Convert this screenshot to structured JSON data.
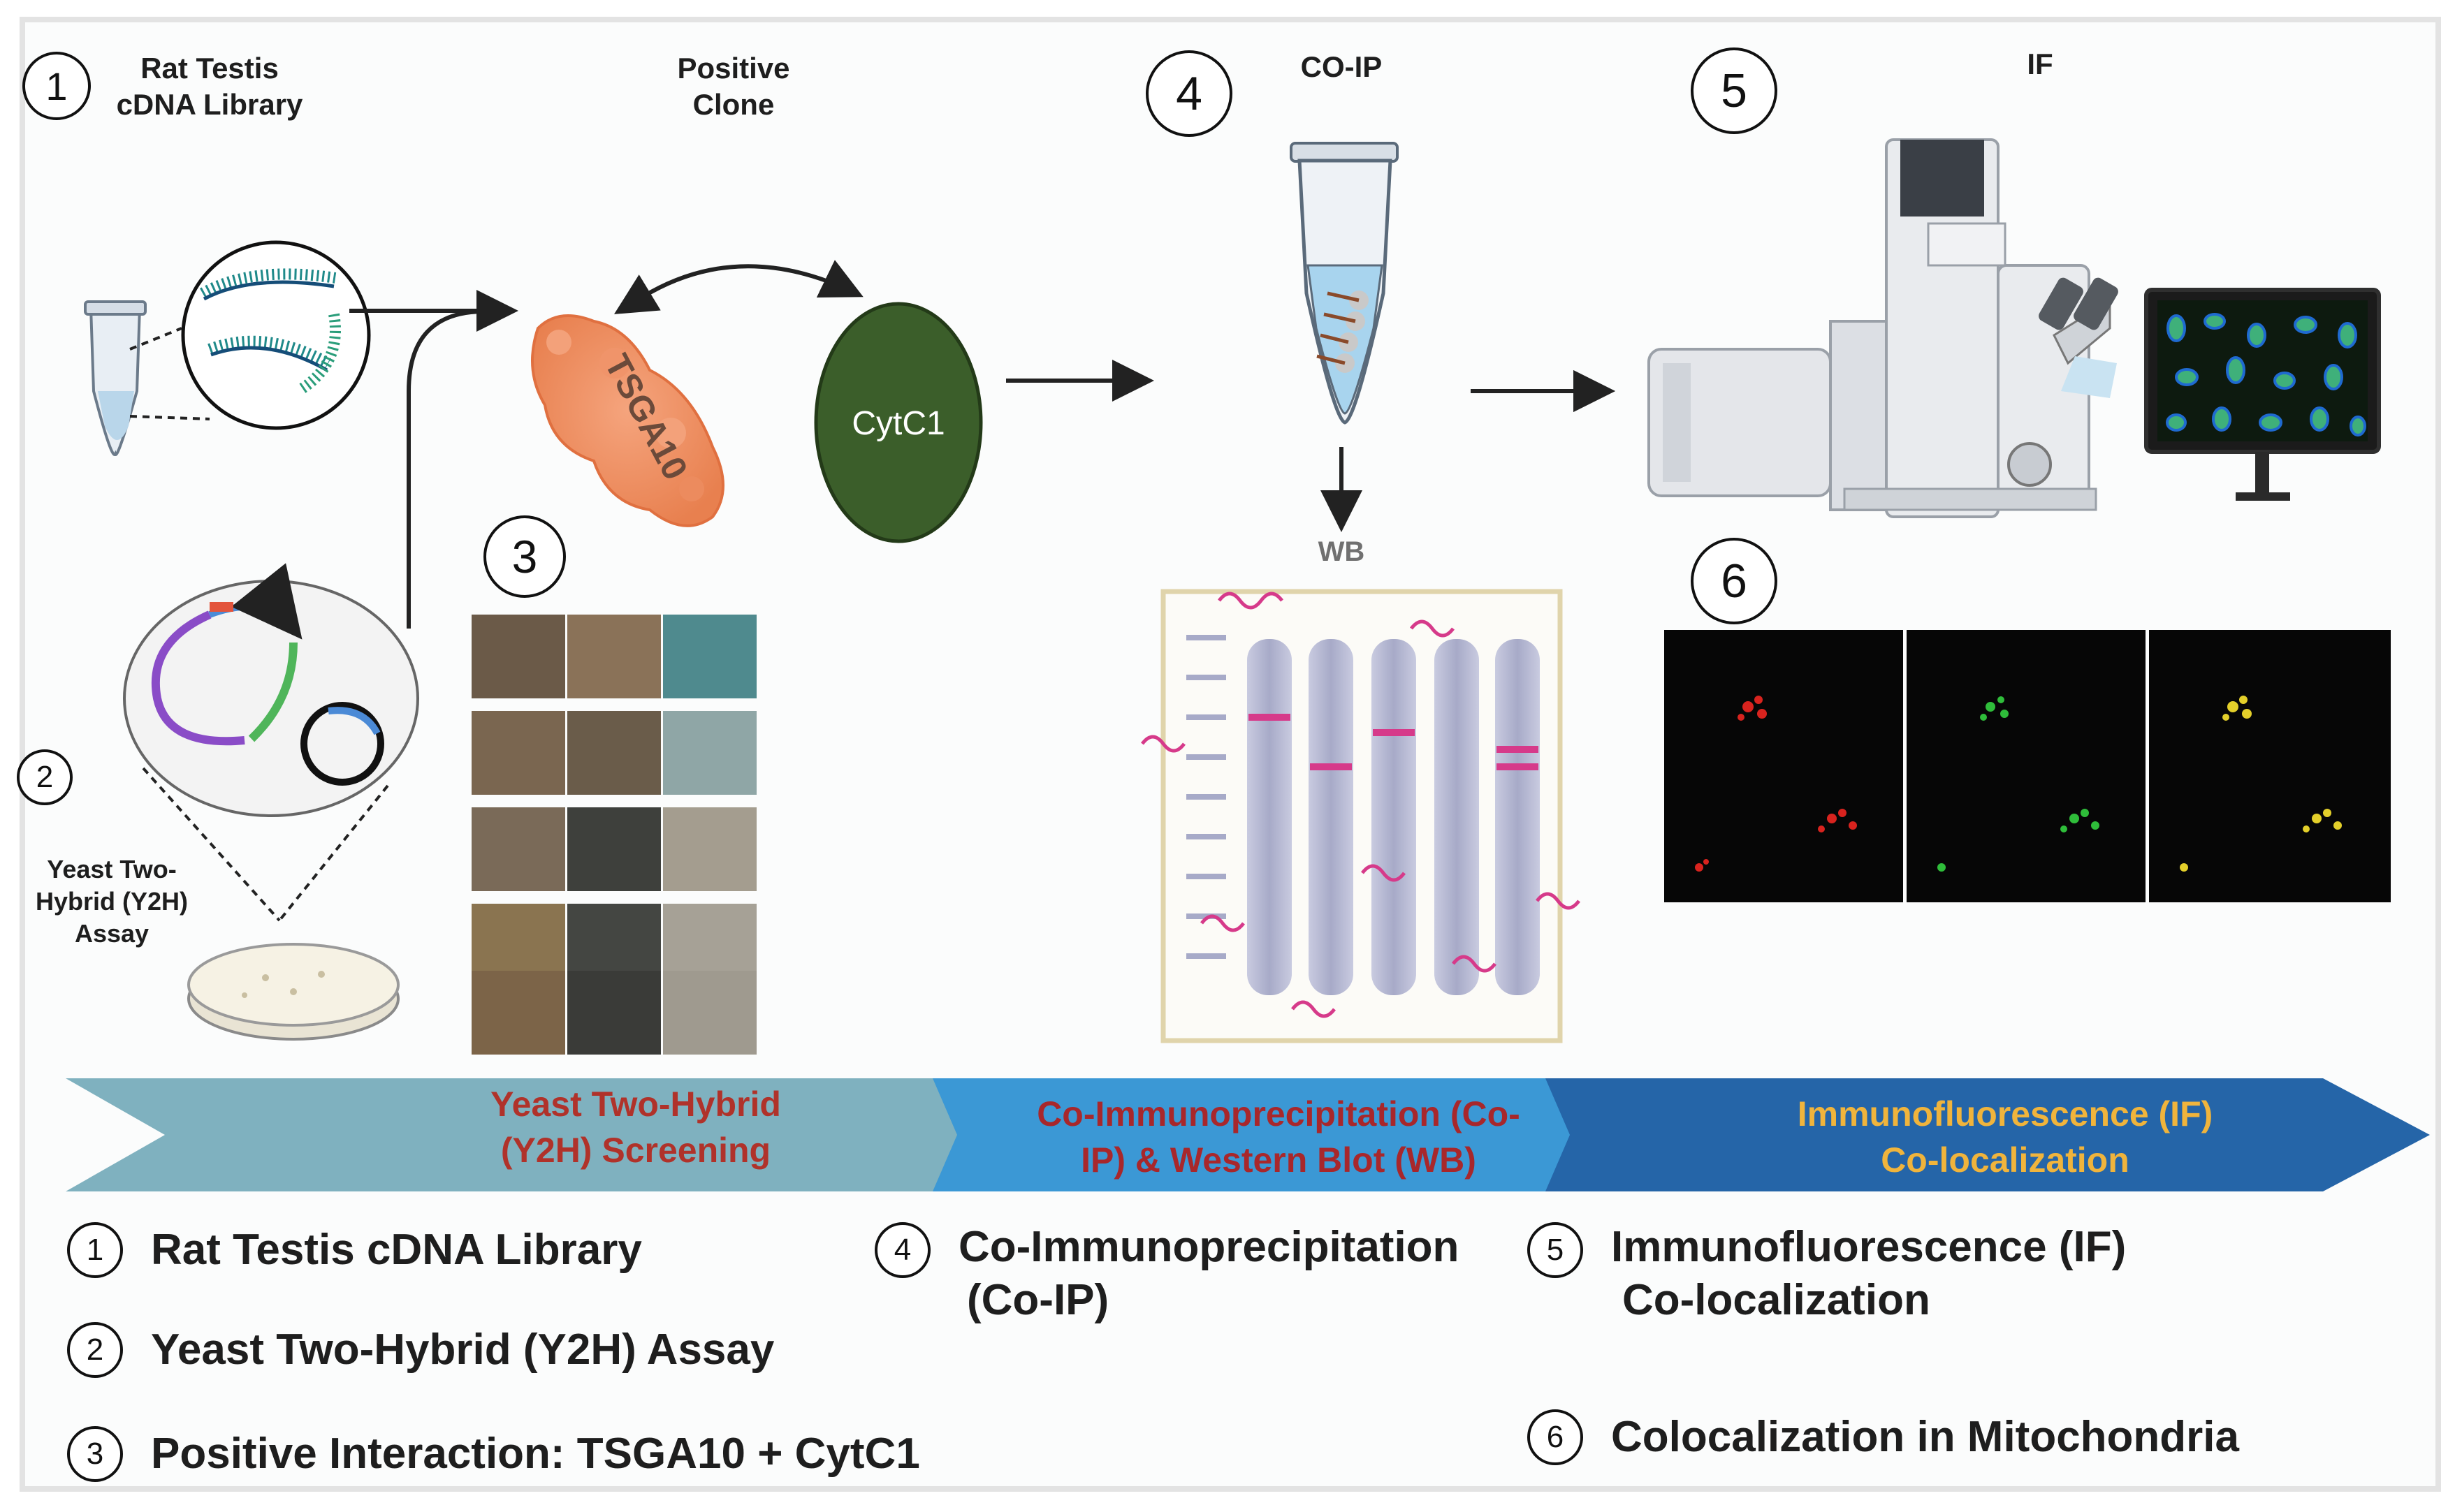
{
  "top": {
    "step1": {
      "num": "1",
      "label_l1": "Rat Testis",
      "label_l2": "cDNA Library"
    },
    "positive_clone": {
      "l1": "Positive",
      "l2": "Clone"
    },
    "step2": {
      "num": "2",
      "l1": "Yeast Two-",
      "l2": "Hybrid (Y2H)",
      "l3": "Assay"
    },
    "step3": {
      "num": "3"
    },
    "step4": {
      "num": "4",
      "label": "CO-IP",
      "wb_label": "WB"
    },
    "step5": {
      "num": "5",
      "label": "IF"
    },
    "step6": {
      "num": "6"
    },
    "protein_a": "TSGA10",
    "protein_b": "CytC1"
  },
  "banner": {
    "seg1_l1": "Yeast Two-Hybrid",
    "seg1_l2": "(Y2H) Screening",
    "seg2_l1": "Co-Immunoprecipitation (Co-",
    "seg2_l2": "IP) & Western Blot (WB)",
    "seg3_l1": "Immunofluorescence (IF)",
    "seg3_l2": "Co-localization",
    "colors": {
      "seg1": "#7fb1bf",
      "seg2": "#3b98d5",
      "seg3": "#2565a8",
      "seg1_text": "#b0322a",
      "seg2_text": "#a8272b",
      "seg3_text": "#f0b43c"
    }
  },
  "legend": [
    {
      "num": "1",
      "text": "Rat Testis cDNA Library"
    },
    {
      "num": "2",
      "text": "Yeast Two-Hybrid (Y2H) Assay"
    },
    {
      "num": "3",
      "text": "Positive Interaction: TSGA10 + CytC1"
    },
    {
      "num": "4",
      "text_l1": "Co-Immunoprecipitation",
      "text_l2": "(Co-IP)"
    },
    {
      "num": "5",
      "text_l1": "Immunofluorescence (IF)",
      "text_l2": "Co-localization"
    },
    {
      "num": "6",
      "text": "Colocalization in Mitochondria"
    }
  ]
}
